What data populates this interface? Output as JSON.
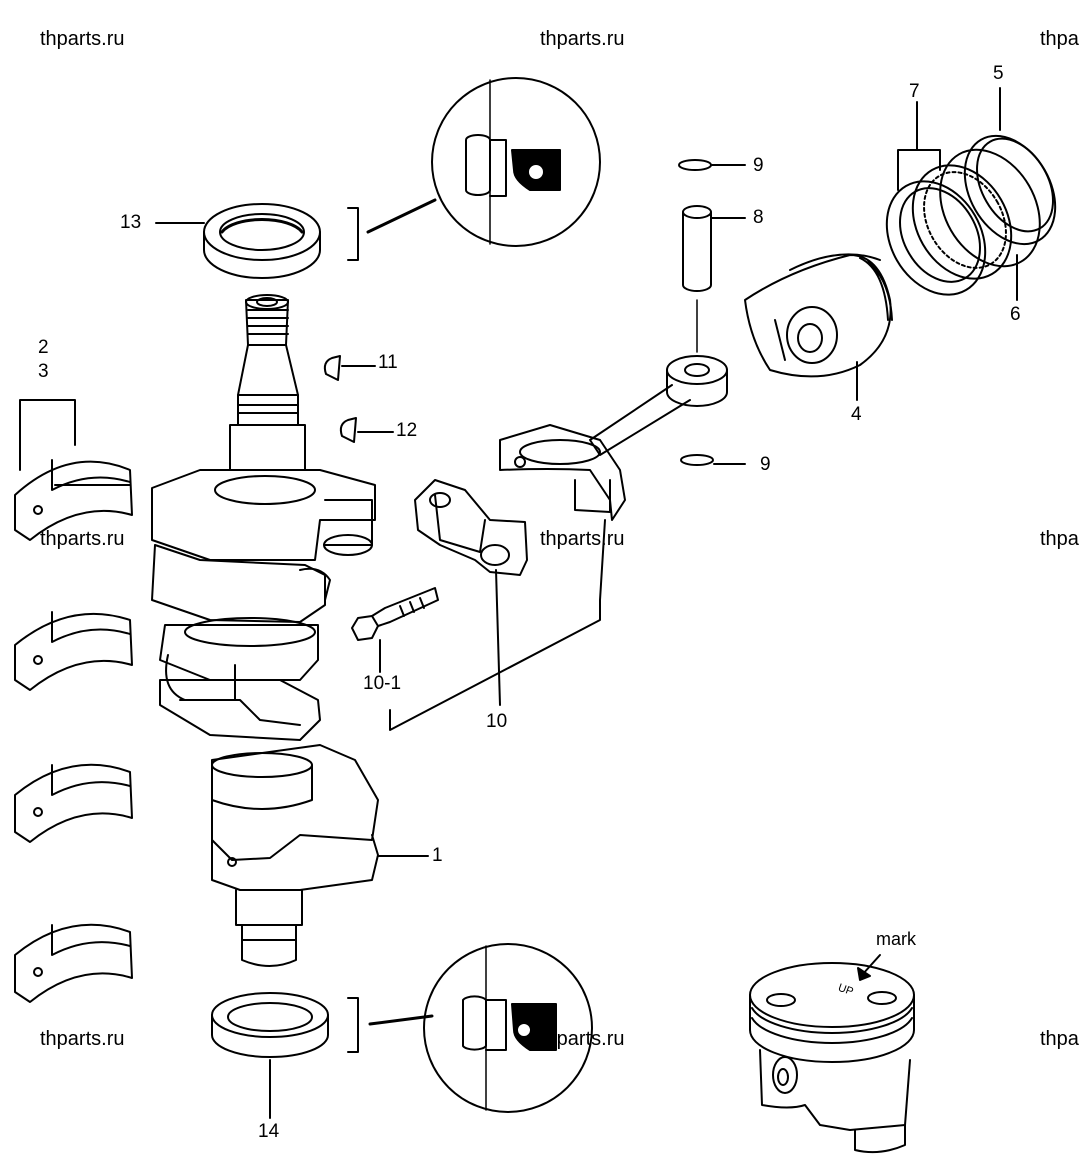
{
  "watermark": "thparts.ru",
  "labels": {
    "l1": "1",
    "l2": "2",
    "l3": "3",
    "l4": "4",
    "l5": "5",
    "l6": "6",
    "l7": "7",
    "l8": "8",
    "l9a": "9",
    "l9b": "9",
    "l10": "10",
    "l10_1": "10-1",
    "l11": "11",
    "l12": "12",
    "l13": "13",
    "l14": "14",
    "mark": "mark"
  },
  "piston_marking": "UP",
  "colors": {
    "ink": "#000000",
    "paper": "#ffffff"
  }
}
